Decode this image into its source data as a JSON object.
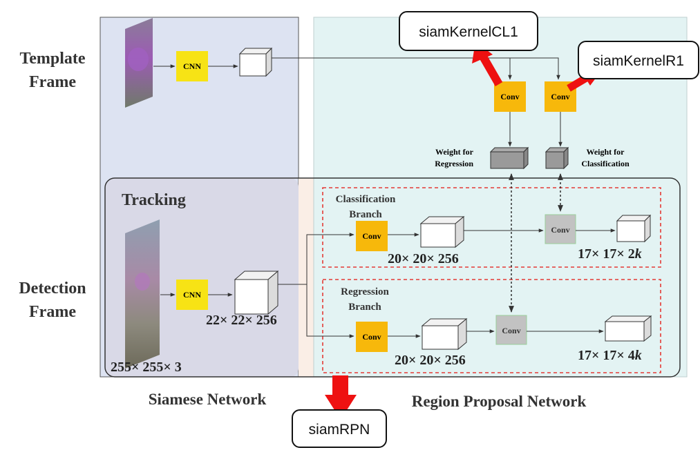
{
  "labels": {
    "template_frame_line1": "Template",
    "template_frame_line2": "Frame",
    "detection_frame_line1": "Detection",
    "detection_frame_line2": "Frame",
    "tracking": "Tracking",
    "siamese_network": "Siamese Network",
    "region_proposal_network": "Region Proposal Network",
    "cnn_top": "CNN",
    "cnn_bottom": "CNN",
    "conv_reg_kernel": "Conv",
    "conv_cls_kernel": "Conv",
    "weight_reg_line1": "Weight for",
    "weight_reg_line2": "Regression",
    "weight_cls_line1": "Weight for",
    "weight_cls_line2": "Classification",
    "cls_branch_line1": "Classification",
    "cls_branch_line2": "Branch",
    "reg_branch_line1": "Regression",
    "reg_branch_line2": "Branch",
    "conv_cls_branch": "Conv",
    "conv_reg_branch": "Conv",
    "conv_cls_gray": "Conv",
    "conv_reg_gray": "Conv",
    "dim_input": "255× 255× 3",
    "dim_feature": "22× 22× 256",
    "dim_cls_mid": "20× 20× 256",
    "dim_reg_mid": "20× 20× 256",
    "dim_cls_out_prefix": "17× 17× 2",
    "dim_cls_out_var": "k",
    "dim_reg_out_prefix": "17× 17× 4",
    "dim_reg_out_var": "k"
  },
  "callouts": {
    "kernel_cl": "siamKernelCL1",
    "kernel_r": "siamKernelR1",
    "rpn": "siamRPN"
  },
  "colors": {
    "siamese_bg": "#dde3f2",
    "rpn_bg": "#e3f3f3",
    "tracking_bg": "#d9d9e7",
    "cnn_yellow": "#f7e315",
    "conv_orange": "#f7b80b",
    "conv_gray": "#c2c2c2",
    "dashed_red": "#e53935",
    "callout_arrow": "#ee1111"
  }
}
